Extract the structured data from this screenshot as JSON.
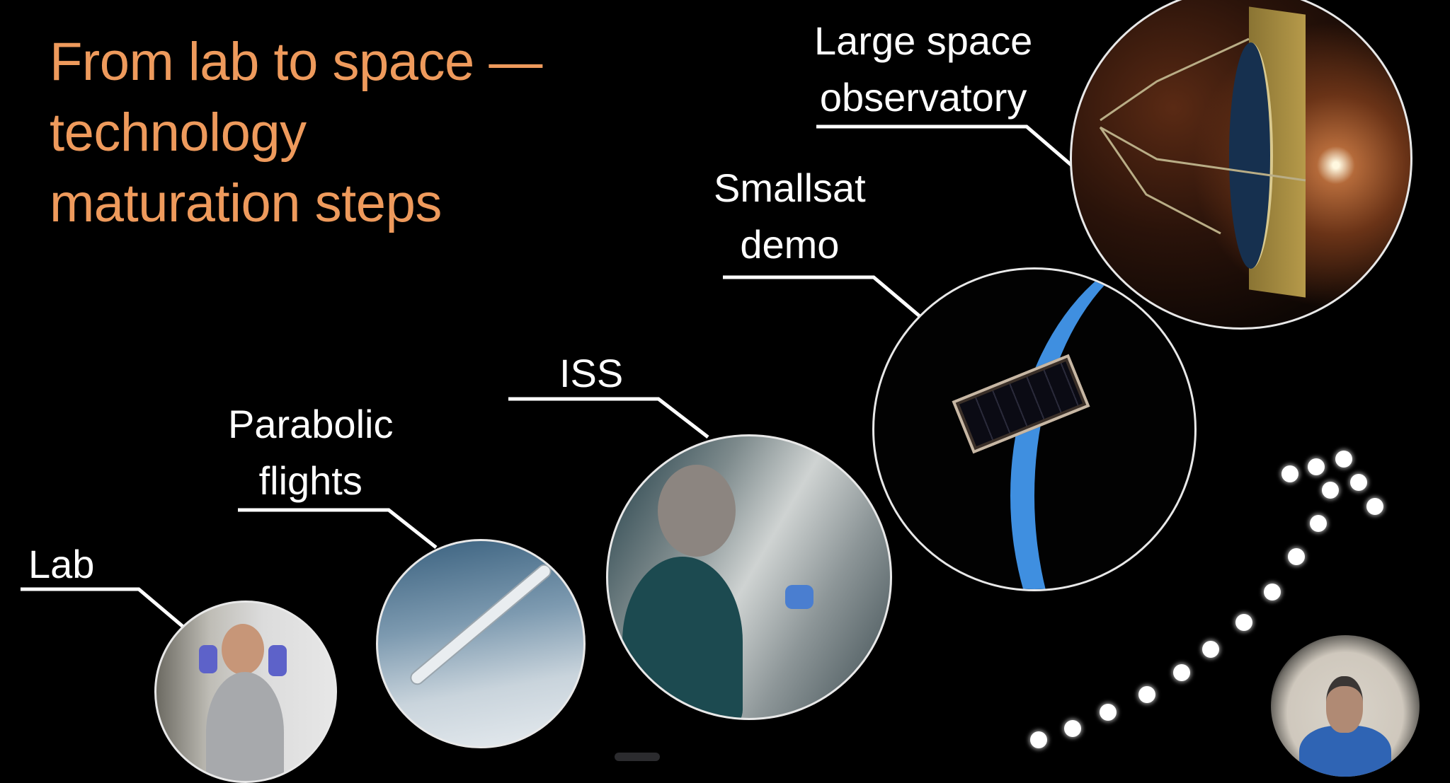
{
  "slide": {
    "title_lines": [
      "From lab to space —",
      "technology",
      "maturation steps"
    ],
    "title_color": "#EE9A5C",
    "steps": [
      {
        "id": "lab",
        "label_lines": [
          "Lab"
        ],
        "image": "researcher-in-lab-thumbs-up"
      },
      {
        "id": "parabolic",
        "label_lines": [
          "Parabolic",
          "flights"
        ],
        "image": "aircraft-climbing-in-clouds"
      },
      {
        "id": "iss",
        "label_lines": [
          "ISS"
        ],
        "image": "astronaut-at-glovebox-on-iss"
      },
      {
        "id": "smallsat",
        "label_lines": [
          "Smallsat",
          "demo"
        ],
        "image": "cubesat-orbiting-earth"
      },
      {
        "id": "observatory",
        "label_lines": [
          "Large space",
          "observatory"
        ],
        "image": "large-telescope-against-milky-way"
      }
    ],
    "label_color": "#FFFFFF",
    "background_color": "#000000"
  },
  "overlay": {
    "speaker_video": "presenter-webcam",
    "progress_dots_count": 16
  }
}
